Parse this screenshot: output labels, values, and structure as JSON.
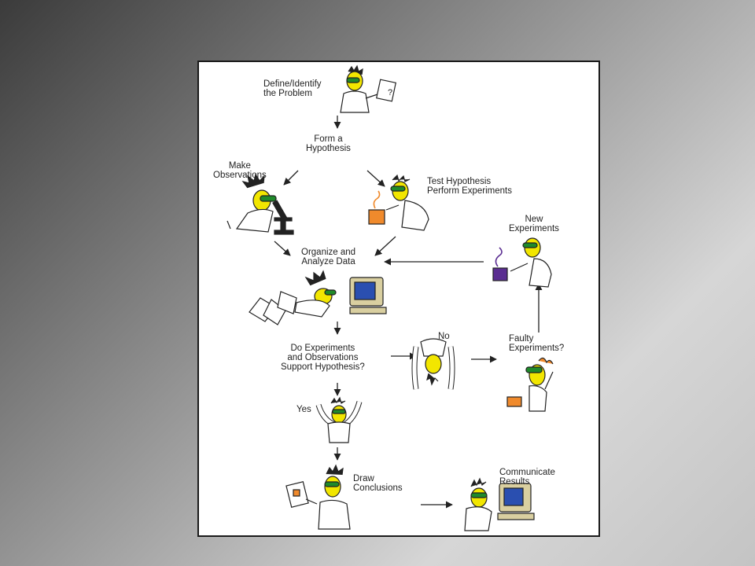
{
  "diagram": {
    "steps": {
      "define": [
        "Define/Identify",
        "the Problem"
      ],
      "hypothesis": [
        "Form a",
        "Hypothesis"
      ],
      "observe": [
        "Make",
        "Observations"
      ],
      "test": [
        "Test Hypothesis",
        "Perform Experiments"
      ],
      "new_exp": [
        "New",
        "Experiments"
      ],
      "analyze": [
        "Organize and",
        "Analyze Data"
      ],
      "support": [
        "Do Experiments",
        "and Observations",
        "Support Hypothesis?"
      ],
      "no": "No",
      "faulty": [
        "Faulty",
        "Experiments?"
      ],
      "yes": "Yes",
      "conclusions": [
        "Draw",
        "Conclusions"
      ],
      "communicate": [
        "Communicate",
        "Results"
      ]
    },
    "paper_mark": "?",
    "colors": {
      "skin": "#f2e600",
      "goggles": "#1f8a2a",
      "orange": "#f08a2c",
      "purple": "#5a2d91",
      "screen": "#2a4fb0",
      "monitor": "#d9cfa0",
      "line": "#222222"
    }
  }
}
